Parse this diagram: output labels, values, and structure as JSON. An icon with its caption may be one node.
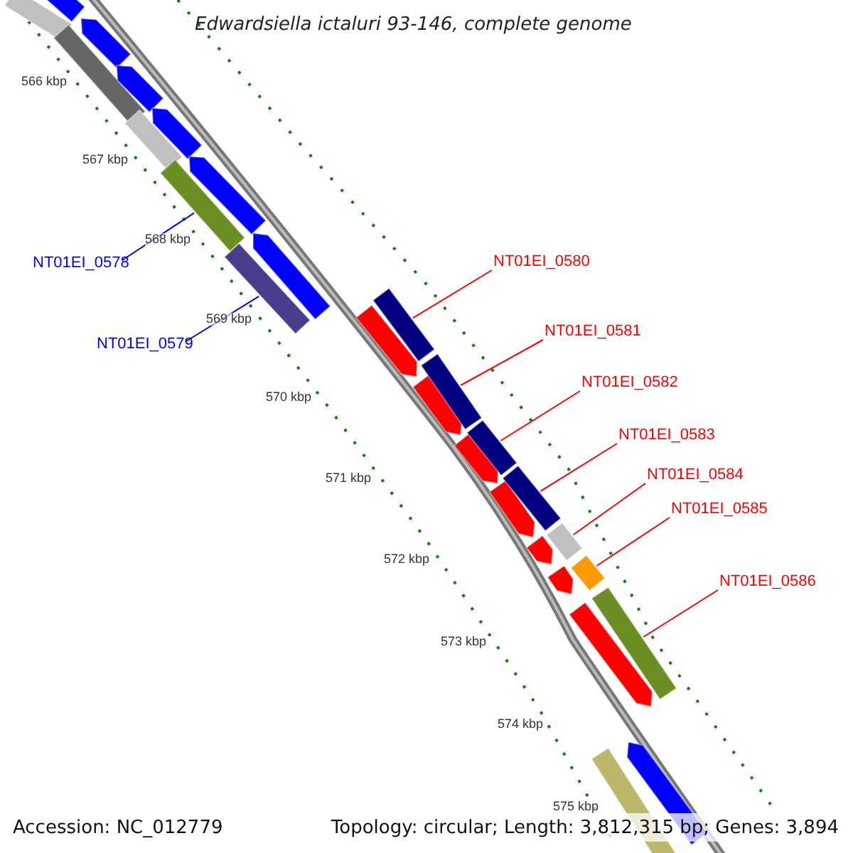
{
  "diagram": {
    "title": "Edwardsiella ictaluri 93-146, complete genome",
    "nodes": [
      {
        "text": [
          "NT01EI_0578"
        ]
      },
      {
        "text": [
          "NT01EI_0579"
        ]
      },
      {
        "text": [
          "NT01EI_0580"
        ]
      },
      {
        "text": [
          "NT01EI_0581"
        ]
      },
      {
        "text": [
          "NT01EI_0582"
        ]
      },
      {
        "text": [
          "NT01EI_0583"
        ]
      },
      {
        "text": [
          "NT01EI_0584"
        ]
      },
      {
        "text": [
          "NT01EI_0585"
        ]
      },
      {
        "text": [
          "NT01EI_0586"
        ]
      },
      {
        "text": [],
        "shape": "bar"
      },
      {
        "text": [],
        "shape": "bar"
      },
      {
        "text": [],
        "shape": "bar"
      },
      {
        "text": [],
        "shape": "bar"
      },
      {
        "text": [],
        "shape": "bar"
      },
      {
        "text": [],
        "shape": "bar"
      },
      {
        "text": [],
        "shape": "bar"
      },
      {
        "text": [],
        "shape": "bar"
      },
      {
        "text": [],
        "shape": "bar"
      },
      {
        "text": [],
        "shape": "bar"
      },
      {
        "text": [],
        "shape": "bar"
      },
      {
        "text": [],
        "shape": "bar"
      },
      {
        "text": [],
        "shape": "bar"
      },
      {
        "text": [],
        "shape": "bar"
      },
      {
        "text": [],
        "shape": "bar"
      },
      {
        "text": [],
        "shape": "bar"
      },
      {
        "text": [],
        "shape": "bar"
      },
      {
        "text": [],
        "shape": "bar"
      },
      {
        "text": [],
        "shape": "bar"
      },
      {
        "text": [],
        "shape": "bar"
      },
      {
        "text": [],
        "shape": "bar"
      },
      {
        "text": [],
        "shape": "bar"
      },
      {
        "text": [],
        "shape": "bar"
      },
      {
        "text": [],
        "shape": "bar"
      },
      {
        "text": [],
        "shape": "bar"
      },
      {
        "text": [],
        "shape": "bar"
      },
      {
        "text": [],
        "shape": "bar"
      }
    ],
    "edges": [
      {
        "from": 0,
        "to": 9,
        "arrow": "none",
        "color": "#0000ff"
      },
      {
        "from": 1,
        "to": 10,
        "arrow": "none",
        "color": "#0000ff"
      },
      {
        "from": 2,
        "to": 11,
        "arrow": "none"
      },
      {
        "from": 3,
        "to": 12,
        "arrow": "none"
      },
      {
        "from": 4,
        "to": 13,
        "arrow": "none"
      },
      {
        "from": 5,
        "to": 14,
        "arrow": "none"
      },
      {
        "from": 6,
        "to": 15,
        "arrow": "none"
      },
      {
        "from": 7,
        "to": 16,
        "arrow": "none"
      },
      {
        "from": 8,
        "to": 17,
        "arrow": "none"
      }
    ],
    "labels": [
      "566 kbp",
      "567 kbp",
      "568 kbp",
      "569 kbp",
      "570 kbp",
      "571 kbp",
      "572 kbp",
      "573 kbp",
      "574 kbp",
      "575 kbp",
      "Accession: NC_012779",
      "Topology: circular; Length: 3,812,315 bp; Genes: 3,894"
    ]
  }
}
